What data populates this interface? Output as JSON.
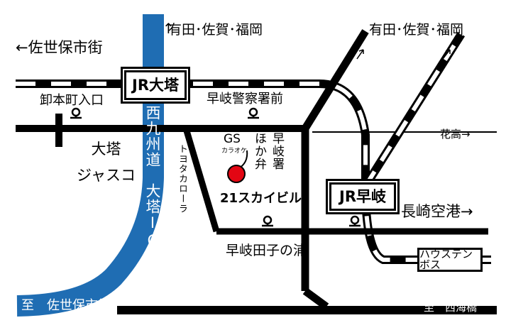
{
  "map": {
    "destinations": {
      "arita_saga_fukuoka_left": "有田･佐賀･福岡",
      "arita_saga_fukuoka_right": "有田･佐賀･福岡",
      "sasebo_left": "←佐世保市街",
      "sasebo_bottom": "至　佐世保市街",
      "saikai_bashi": "至　西海橋",
      "hanataka": "花高→",
      "nagasaki_airport": "長崎空港→"
    },
    "stations": {
      "jr_otou": "JR大塔",
      "jr_haiki": "JR早岐",
      "huis_ten_bosch": "ハウステンボス"
    },
    "places": {
      "oroshimoto_entrance": "卸本町入口",
      "haiki_police_front": "早岐警察署前",
      "otou_jusco": "大塔\nジャスコ",
      "gs": "GS",
      "karaoke": "カラオケ",
      "hokaben": "ほか弁",
      "haiki_police": "早岐署",
      "toyota_corolla": "トヨタカローラ",
      "building_21sky": "21スカイビル",
      "haiki_tagonoura": "早岐田子の浦",
      "highway": "西九州道　大塔IC"
    },
    "colors": {
      "highway_blue": "#1f6db3",
      "marker_red": "#e30613",
      "road_black": "#000000"
    }
  }
}
